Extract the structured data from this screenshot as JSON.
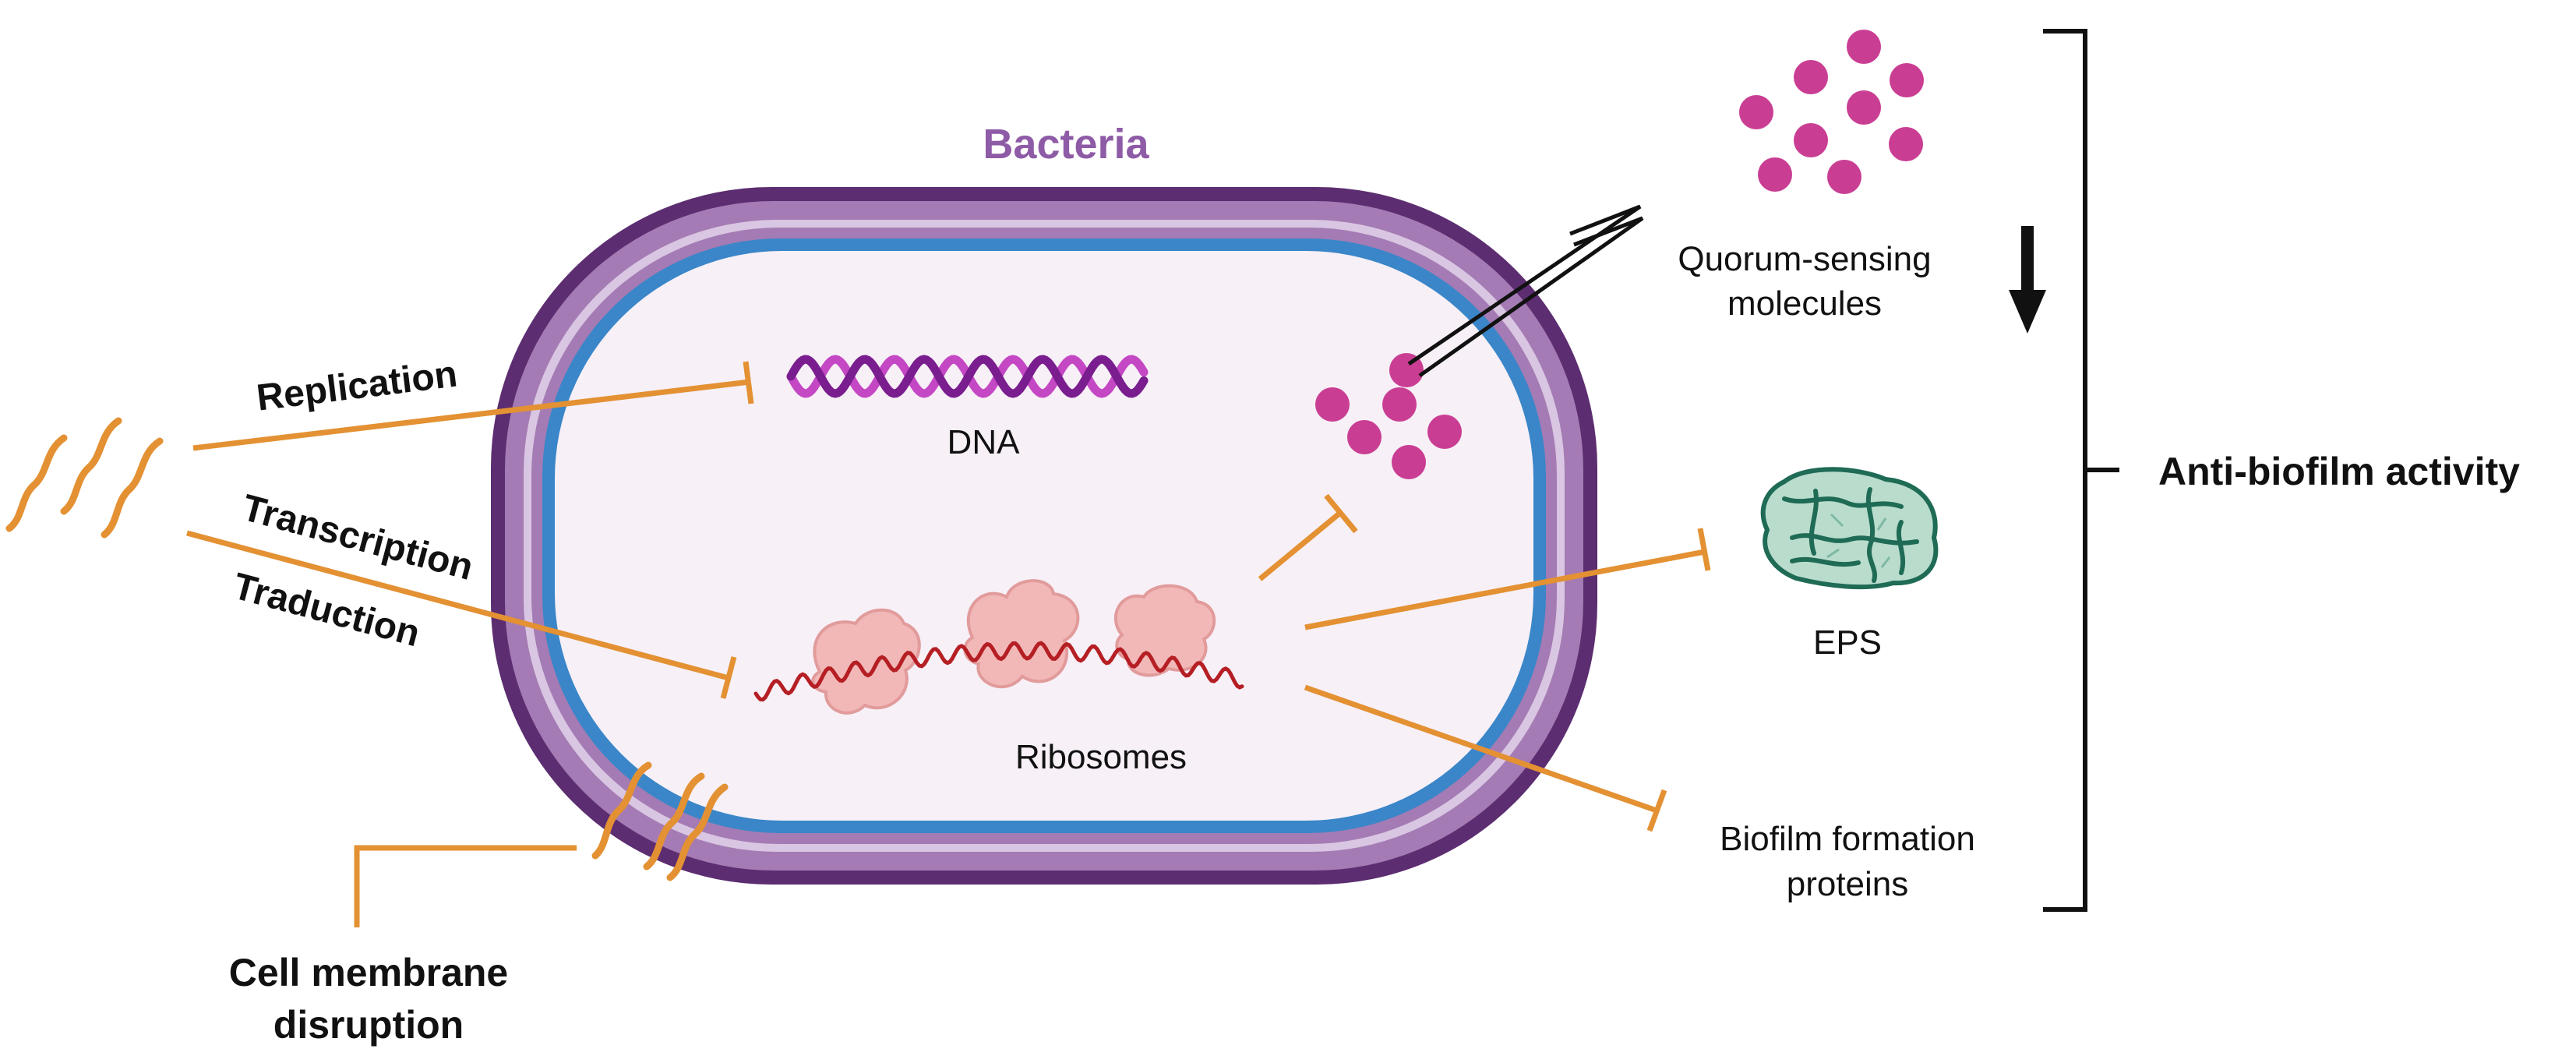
{
  "labels": {
    "bacteria": "Bacteria",
    "dna": "DNA",
    "ribosomes": "Ribosomes",
    "quorum_line1": "Quorum-sensing",
    "quorum_line2": "molecules",
    "eps": "EPS",
    "biofilm_line1": "Biofilm formation",
    "biofilm_line2": "proteins",
    "anti_biofilm": "Anti-biofilm activity",
    "replication": "Replication",
    "transcription": "Transcription",
    "traduction": "Traduction",
    "membrane_line1": "Cell membrane",
    "membrane_line2": "disruption"
  },
  "colors": {
    "bacteria_label": "#8e5ba6",
    "membrane_outer": "#5c2d70",
    "membrane_mid": "#a47bb4",
    "membrane_light": "#d9c6e2",
    "membrane_inner_blue": "#3a86c8",
    "cytoplasm": "#f7f0f7",
    "inhibition_orange": "#e39133",
    "dna_dark": "#7a1d8e",
    "dna_light": "#c447c4",
    "ribosome_fill": "#f2b8b8",
    "mrna": "#b51f24",
    "quorum_dot": "#c93e93",
    "eps_fill": "#b9dccd",
    "eps_stroke": "#1f6b55",
    "text": "#111111"
  },
  "icons": {
    "antimicrobial_agent": "wavy-lines-icon",
    "dna": "double-helix-icon",
    "ribosome": "ribosome-icon",
    "eps": "eps-matrix-icon",
    "quorum_molecules": "molecule-dots-icon",
    "decrease": "down-arrow-icon"
  }
}
